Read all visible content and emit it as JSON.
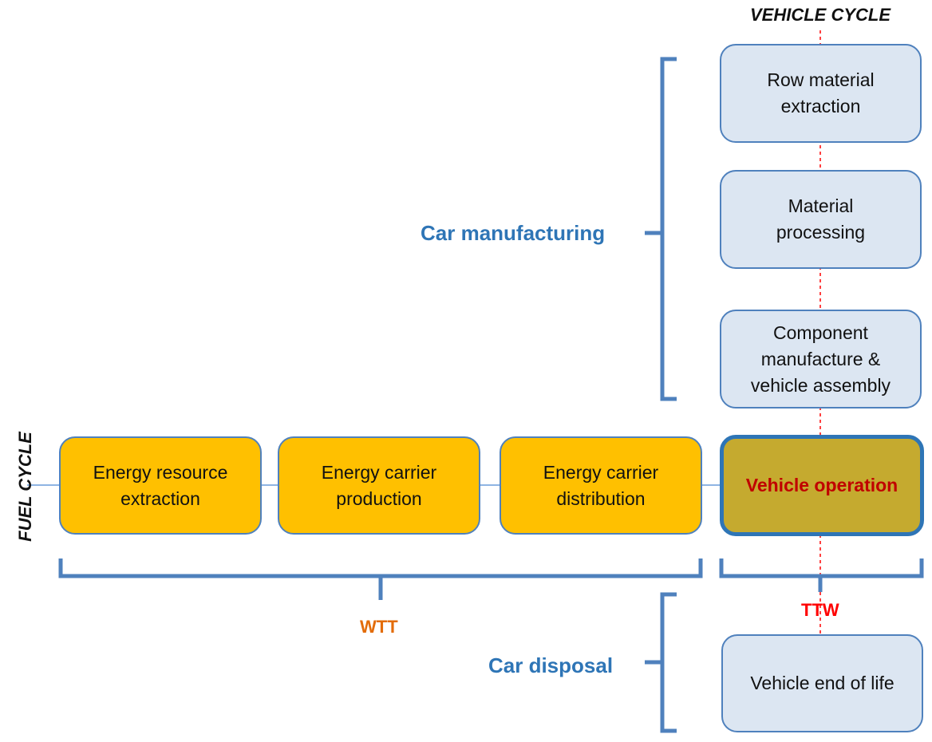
{
  "vehicle_cycle": {
    "title": "VEHICLE CYCLE",
    "boxes": [
      "Row material\nextraction",
      "Material\nprocessing",
      "Component\nmanufacture &\nvehicle assembly"
    ]
  },
  "fuel_cycle": {
    "title": "FUEL CYCLE",
    "boxes": [
      "Energy resource\nextraction",
      "Energy carrier\nproduction",
      "Energy carrier\ndistribution"
    ],
    "operation": "Vehicle operation"
  },
  "end_of_life": "Vehicle end of life",
  "brackets": {
    "manufacturing": "Car manufacturing",
    "disposal": "Car disposal",
    "wtt": "WTT",
    "ttw": "TTW"
  },
  "colors": {
    "vehicle_box_fill": "#dce6f2",
    "fuel_box_fill": "#ffc000",
    "operation_fill": "#c5aa2f",
    "outline_blue": "#4f81bd",
    "bracket_blue": "#2e75b6",
    "wtt_label": "#e36c09",
    "ttw_label": "#ff0000",
    "operation_text": "#c00000"
  }
}
